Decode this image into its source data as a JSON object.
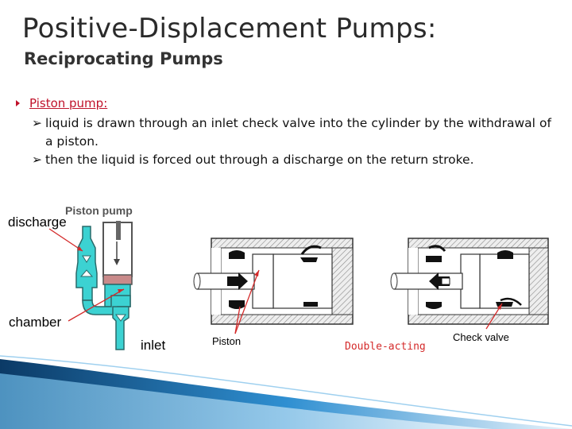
{
  "title": "Positive-Displacement Pumps:",
  "subtitle": "Reciprocating Pumps",
  "bullet": {
    "label": "Piston pump:",
    "points": [
      "liquid is drawn through an inlet check valve into the cylinder by the withdrawal of a piston.",
      "then the liquid is forced out through a discharge on the return stroke."
    ]
  },
  "figure": {
    "piston_pump_title": "Piston pump",
    "discharge": "discharge",
    "chamber": "chamber",
    "inlet": "inlet",
    "piston": "Piston",
    "check_valve": "Check valve",
    "double_acting": "Double-acting"
  },
  "colors": {
    "accent_red": "#c0122b",
    "pump_cyan": "#3cd2d2",
    "piston_rose": "#c98a8a",
    "cylinder_gray": "#d6d6d6"
  },
  "icons": {
    "bullet": "triangle-right-icon",
    "sub_bullet": "chevron-right-icon"
  }
}
